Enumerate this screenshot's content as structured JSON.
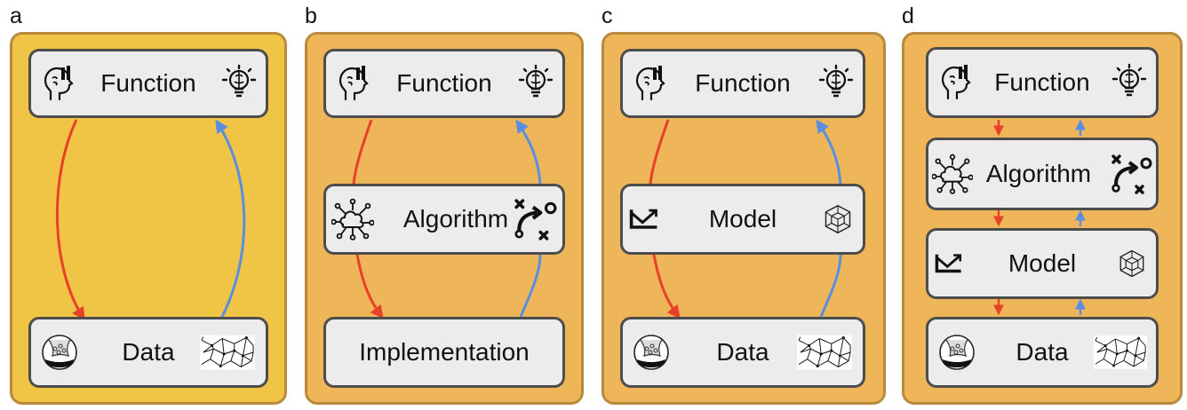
{
  "panel_labels": {
    "a": "a",
    "b": "b",
    "c": "c",
    "d": "d"
  },
  "boxes": {
    "function": "Function",
    "algorithm": "Algorithm",
    "model": "Model",
    "data": "Data",
    "implementation": "Implementation"
  },
  "colors": {
    "panel_a": "#f0c445",
    "panel_other": "#efb559",
    "box_fill": "#ececec",
    "box_border": "#4d4d4d",
    "arrow_down": "#e8402a",
    "arrow_up": "#5b8ee0"
  },
  "icons": [
    "head-pencil-icon",
    "lightbulb-brain-icon",
    "network-cloud-icon",
    "path-route-icon",
    "cube-icon",
    "curve-arrow-icon",
    "synapse-icon",
    "neural-mesh-icon"
  ]
}
